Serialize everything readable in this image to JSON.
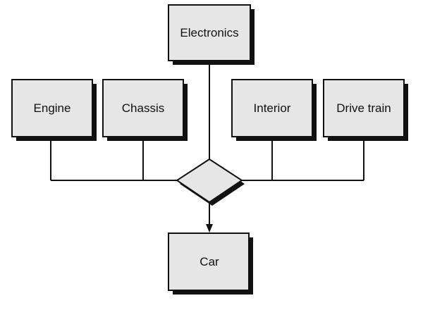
{
  "diagram": {
    "nodes": {
      "electronics": "Electronics",
      "engine": "Engine",
      "chassis": "Chassis",
      "interior": "Interior",
      "drive_train": "Drive train",
      "car": "Car"
    },
    "colors": {
      "box_fill": "#e6e6e6",
      "box_stroke": "#111111",
      "shadow": "#111111",
      "line": "#111111"
    }
  }
}
